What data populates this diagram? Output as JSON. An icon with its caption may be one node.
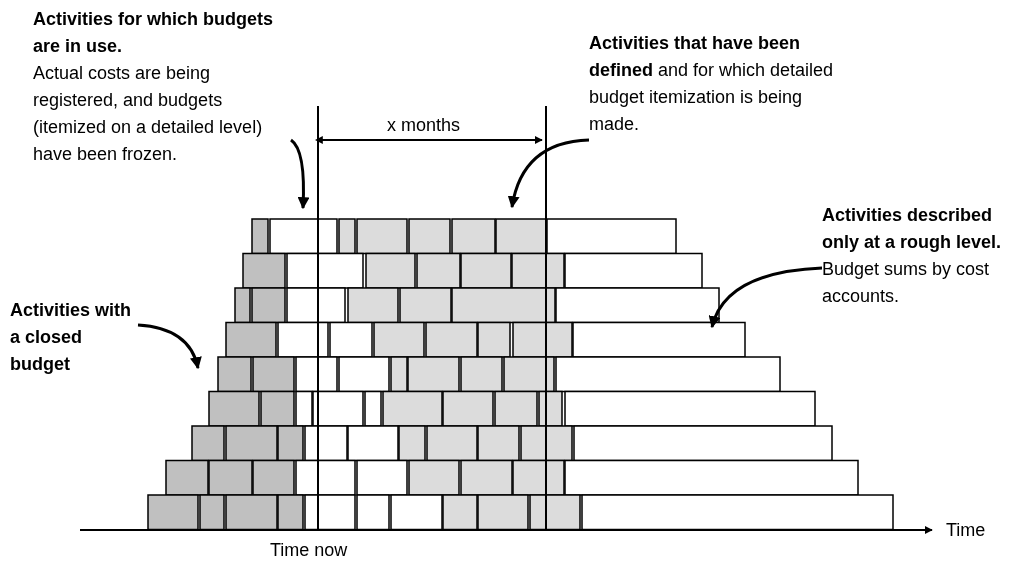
{
  "diagram": {
    "nodes": [
      {
        "text": [
          "Activities for which budgets are in use.",
          "Actual costs are being registered, and budgets (itemized on a detailed level) have been frozen."
        ]
      },
      {
        "text": [
          "**Activities that have been defined** and for which detailed budget itemization is being made."
        ]
      },
      {
        "text": [
          "Activities described only at a rough level.",
          "Budget sums by cost accounts."
        ]
      },
      {
        "text": [
          "Activities with a closed budget"
        ]
      }
    ],
    "edges": [
      {
        "from": 0,
        "to": null,
        "arrow": "to"
      },
      {
        "from": 1,
        "to": null,
        "arrow": "to"
      },
      {
        "from": 2,
        "to": null,
        "arrow": "to"
      },
      {
        "from": 3,
        "to": null,
        "arrow": "to"
      }
    ],
    "labels": [
      "x months",
      "Time now",
      "Time"
    ]
  }
}
